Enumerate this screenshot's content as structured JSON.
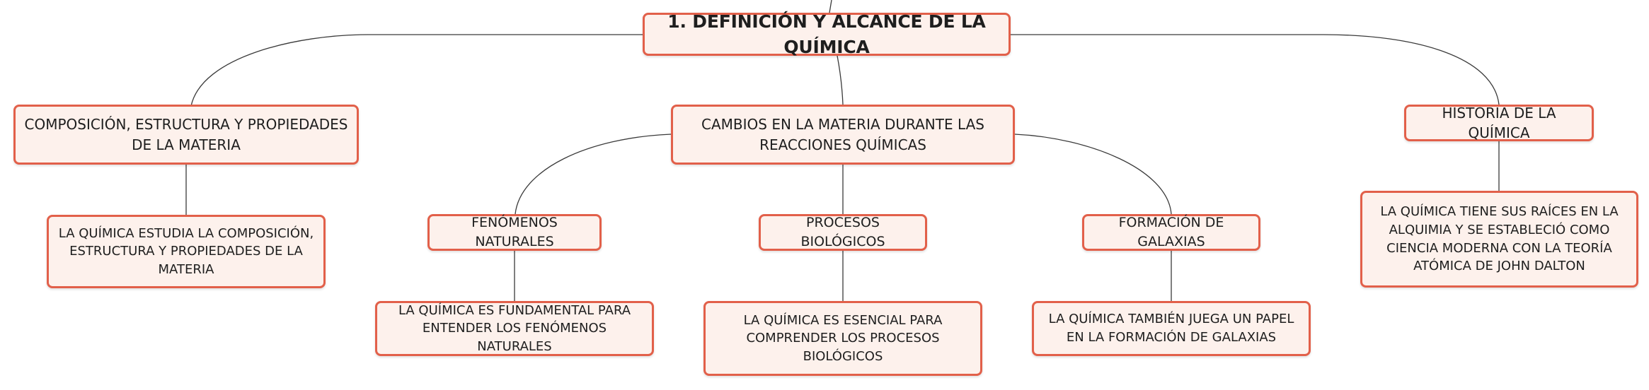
{
  "root": {
    "label": "1. DEFINICIÓN Y ALCANCE DE LA QUÍMICA"
  },
  "composicion": {
    "label": "COMPOSICIÓN, ESTRUCTURA Y PROPIEDADES DE LA MATERIA",
    "detail": "LA QUÍMICA ESTUDIA LA COMPOSICIÓN, ESTRUCTURA Y PROPIEDADES DE LA MATERIA"
  },
  "cambios": {
    "label": "CAMBIOS EN LA MATERIA DURANTE LAS REACCIONES QUÍMICAS",
    "children": {
      "fenomenos": {
        "label": "FENÓMENOS NATURALES",
        "detail": "LA QUÍMICA ES FUNDAMENTAL PARA ENTENDER LOS FENÓMENOS NATURALES"
      },
      "procesos": {
        "label": "PROCESOS BIOLÓGICOS",
        "detail": "LA QUÍMICA ES ESENCIAL PARA COMPRENDER LOS PROCESOS BIOLÓGICOS"
      },
      "galaxias": {
        "label": "FORMACIÓN DE GALAXIAS",
        "detail": "LA QUÍMICA TAMBIÉN JUEGA UN PAPEL EN LA FORMACIÓN DE GALAXIAS"
      }
    }
  },
  "historia": {
    "label": "HISTORIA DE LA QUÍMICA",
    "detail": "LA QUÍMICA TIENE SUS RAÍCES EN LA ALQUIMIA Y SE ESTABLECIÓ COMO CIENCIA MODERNA CON LA TEORÍA ATÓMICA DE JOHN DALTON"
  },
  "colors": {
    "node_border": "#e2604a",
    "node_fill": "#fdf1ec",
    "connector": "#3a3a3a",
    "text": "#1e1e1e"
  }
}
